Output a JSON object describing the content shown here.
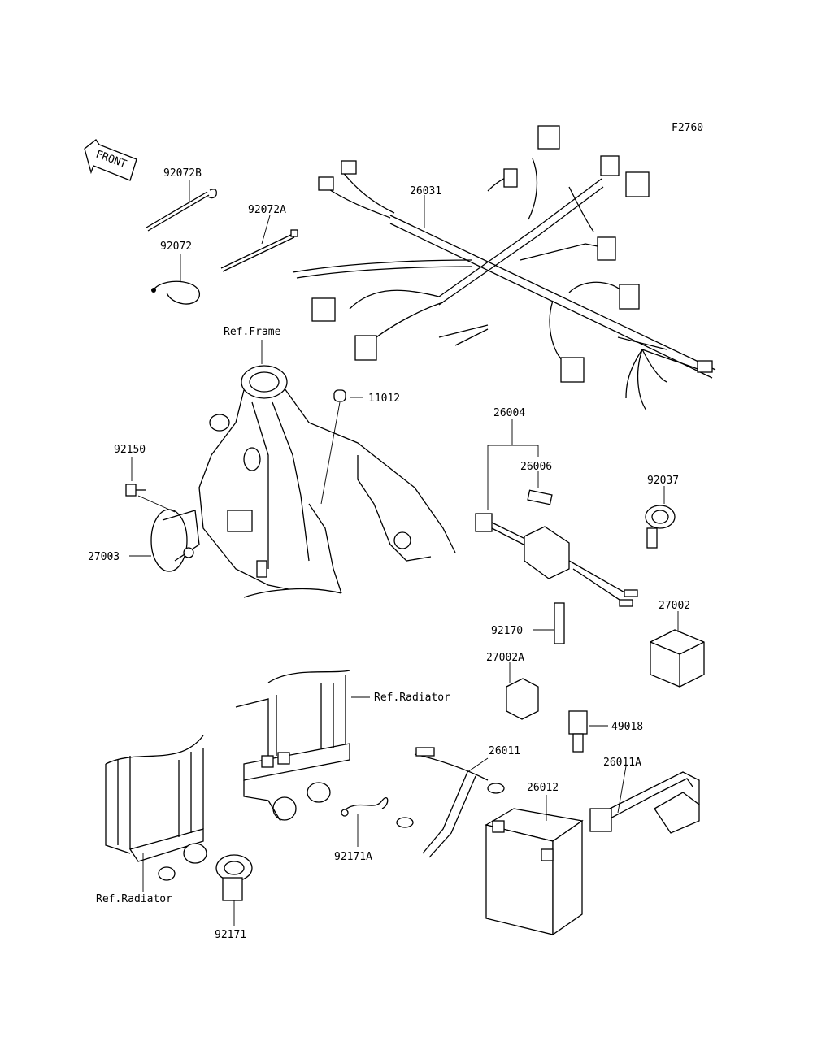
{
  "figure_code": "F2760",
  "front_label": "FRONT",
  "parts": {
    "p92072B": "92072B",
    "p92072A": "92072A",
    "p92072": "92072",
    "p26031": "26031",
    "p11012": "11012",
    "p92150": "92150",
    "p27003": "27003",
    "p26004": "26004",
    "p26006": "26006",
    "p92037": "92037",
    "p27002": "27002",
    "p92170": "92170",
    "p27002A": "27002A",
    "p49018": "49018",
    "p26011": "26011",
    "p26011A": "26011A",
    "p26012": "26012",
    "p92171A": "92171A",
    "p92171": "92171"
  },
  "refs": {
    "frame": "Ref.Frame",
    "radiator_upper": "Ref.Radiator",
    "radiator_lower": "Ref.Radiator"
  }
}
